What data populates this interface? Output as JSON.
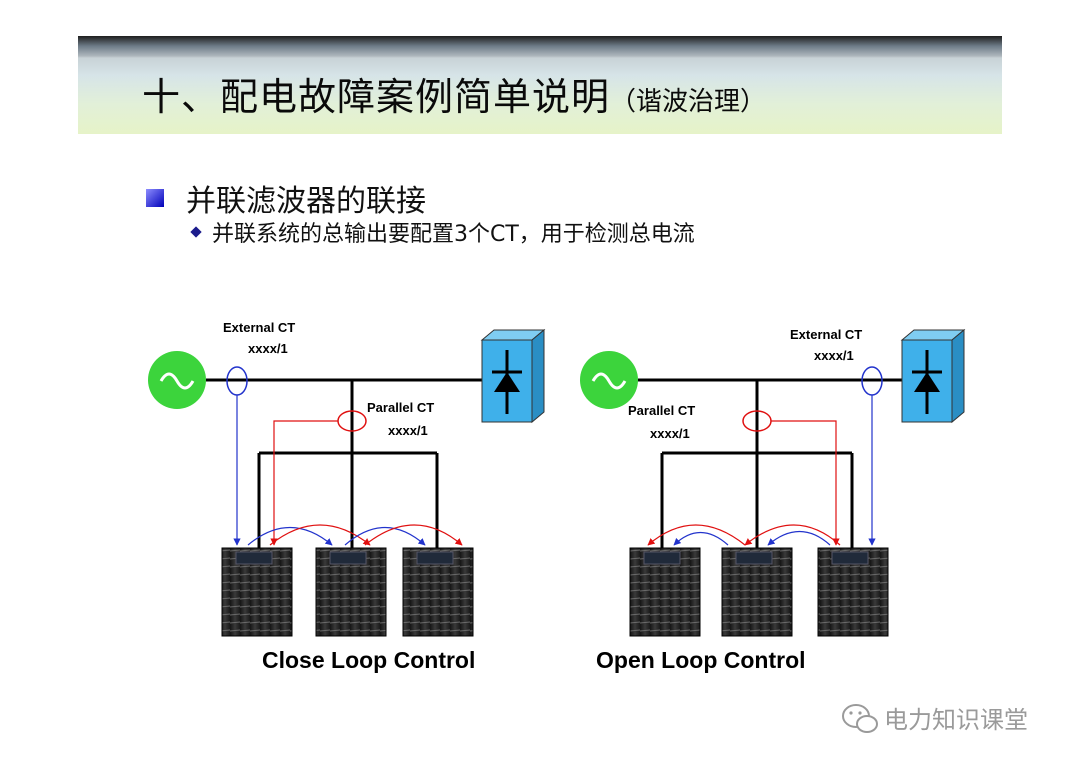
{
  "title": {
    "main": "十、配电故障案例简单说明",
    "sub": "（谐波治理）"
  },
  "heading": "并联滤波器的联接",
  "bullet": "并联系统的总输出要配置3个CT，用于检测总电流",
  "diagram": {
    "left": {
      "external_ct_label": "External CT",
      "external_ct_ratio": "xxxx/1",
      "parallel_ct_label": "Parallel CT",
      "parallel_ct_ratio": "xxxx/1",
      "caption": "Close Loop Control"
    },
    "right": {
      "external_ct_label": "External CT",
      "external_ct_ratio": "xxxx/1",
      "parallel_ct_label": "Parallel CT",
      "parallel_ct_ratio": "xxxx/1",
      "caption": "Open Loop Control"
    }
  },
  "watermark": "电力知识课堂",
  "colors": {
    "source_green": "#3cd43c",
    "load_blue": "#3fb0ea",
    "signal_red": "#e01010",
    "signal_blue": "#2233cc",
    "bus_black": "#000000",
    "bullet_blue": "#1b1b8c"
  },
  "icons": {
    "source": "ac-source-icon",
    "load": "diode-load-icon",
    "unit": "filter-cabinet-icon",
    "watermark": "wechat-icon"
  }
}
